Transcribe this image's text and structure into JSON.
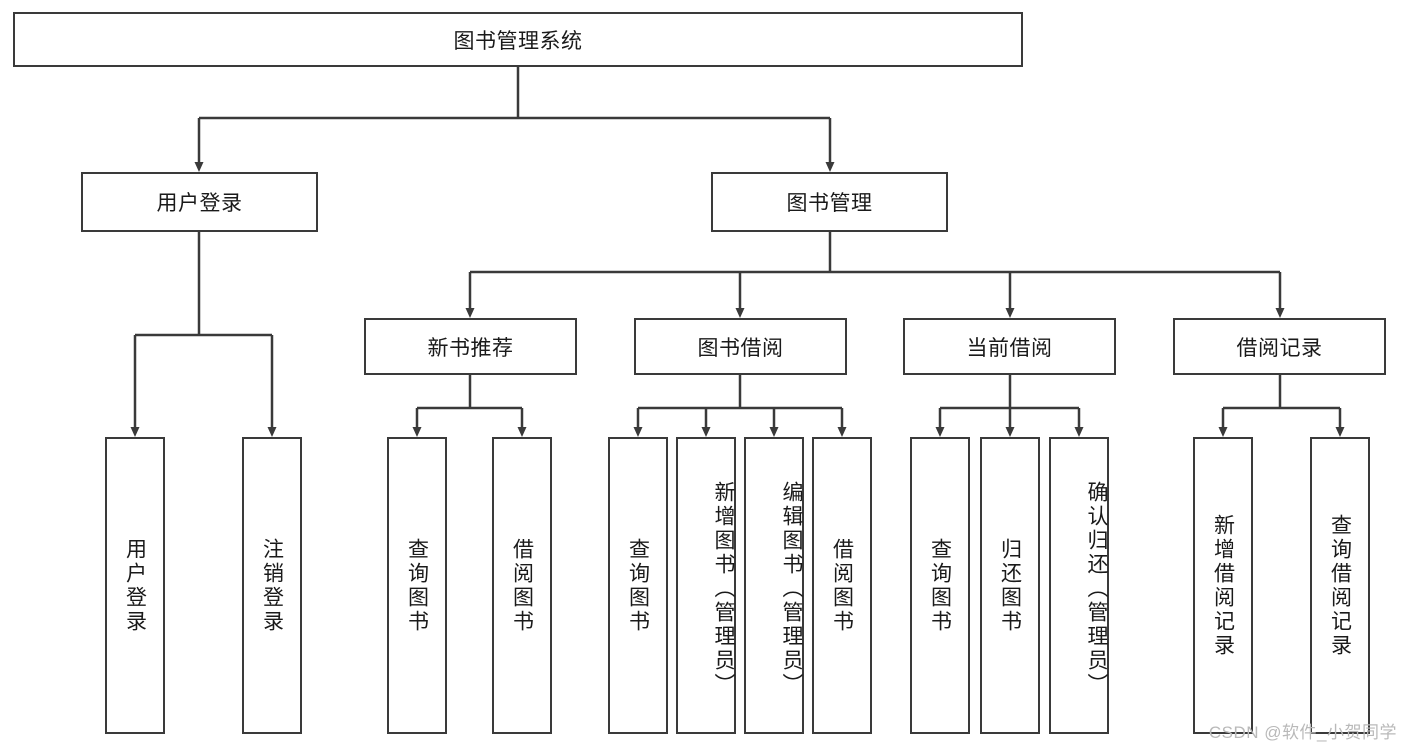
{
  "diagram": {
    "title": "图书管理系统",
    "watermark": "CSDN @软件_小贺同学",
    "colors": {
      "stroke": "#3a3a3a",
      "fill": "#ffffff",
      "text": "#1a1a1a",
      "watermark": "#b9b9b9"
    },
    "level1": {
      "label": "图书管理系统"
    },
    "level2": [
      {
        "label": "用户登录"
      },
      {
        "label": "图书管理"
      }
    ],
    "level3": [
      {
        "label": "新书推荐"
      },
      {
        "label": "图书借阅"
      },
      {
        "label": "当前借阅"
      },
      {
        "label": "借阅记录"
      }
    ],
    "leaves": {
      "user_login": [
        {
          "label": "用户登录"
        },
        {
          "label": "注销登录"
        }
      ],
      "new_book_recommend": [
        {
          "label": "查询图书"
        },
        {
          "label": "借阅图书"
        }
      ],
      "book_borrow": [
        {
          "label": "查询图书"
        },
        {
          "label": "新增图书（管理员）"
        },
        {
          "label": "编辑图书（管理员）"
        },
        {
          "label": "借阅图书"
        }
      ],
      "current_borrow": [
        {
          "label": "查询图书"
        },
        {
          "label": "归还图书"
        },
        {
          "label": "确认归还（管理员）"
        }
      ],
      "borrow_record": [
        {
          "label": "新增借阅记录"
        },
        {
          "label": "查询借阅记录"
        }
      ]
    }
  }
}
